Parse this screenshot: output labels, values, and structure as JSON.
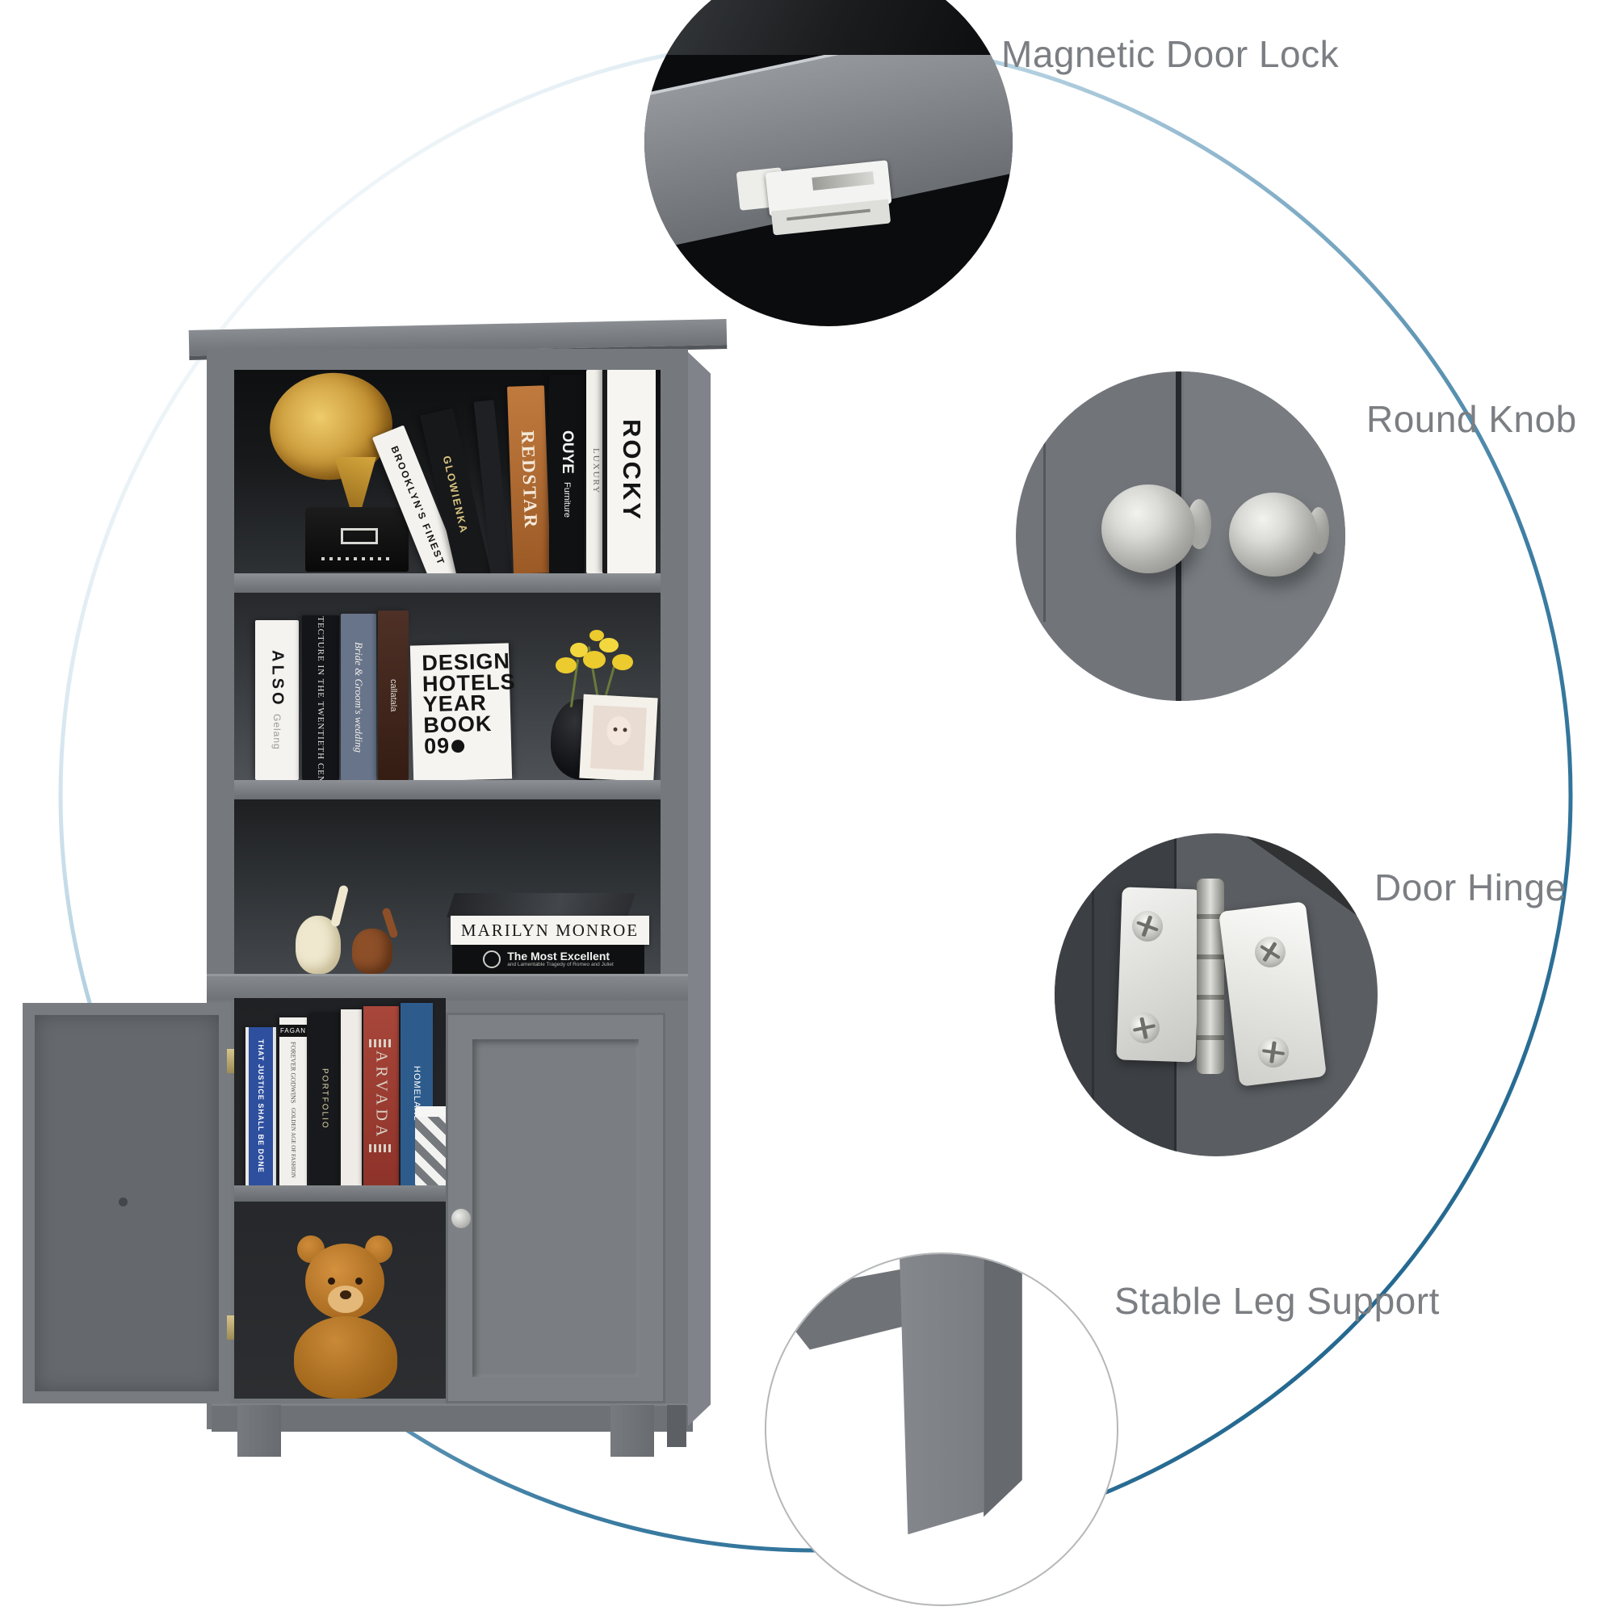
{
  "page": {
    "type": "product-feature-image",
    "background": "#ffffff"
  },
  "annotation": {
    "connector_color": "#1a5b80",
    "label_color": "#7b7e82",
    "callouts": [
      {
        "id": "magnetic-door-lock",
        "label": "Magnetic Door Lock"
      },
      {
        "id": "round-knob",
        "label": "Round Knob"
      },
      {
        "id": "door-hinge",
        "label": "Door Hinge"
      },
      {
        "id": "stable-leg-support",
        "label": "Stable Leg Support"
      }
    ]
  },
  "bookcase": {
    "finish_color": "#75797d",
    "top_shelf": {
      "decor": [
        "gold gramophone on black base"
      ],
      "books": [
        {
          "title": "BROOKLYN'S FINEST"
        },
        {
          "title": "GLOWIENKA"
        },
        {
          "title": "REDSTAR"
        },
        {
          "title": "OUYE",
          "subtitle": "Furniture"
        },
        {
          "title": "LUXURY"
        },
        {
          "title": "ROCKY"
        }
      ]
    },
    "middle_shelf": {
      "decor": [
        "yellow flowers in black vase",
        "baby photo frame"
      ],
      "books": [
        {
          "title": "ALSO",
          "subtitle": "Gelang"
        },
        {
          "title": "ARCHITECTURE IN THE TWENTIETH CENTURY"
        },
        {
          "title": "Bride & Groom's wedding"
        },
        {
          "title": "callatala"
        },
        {
          "cover_lines": [
            "DESIGN",
            "HOTELS",
            "YEAR",
            "BOOK",
            "09"
          ]
        }
      ]
    },
    "third_shelf": {
      "decor": [
        "cream cat figurine",
        "brown elephant figurine"
      ],
      "books": [
        {
          "title": "MARILYN MONROE"
        },
        {
          "title": "The Most Excellent",
          "subtitle": "and Lamentable Tragedy of Romeo and Juliet"
        }
      ]
    },
    "cabinet": {
      "decor": [
        "chevron storage basket",
        "teddy bear"
      ],
      "books": [
        {
          "title": "THAT JUSTICE SHALL BE DONE"
        },
        {
          "title": "FAGAN",
          "line2": "FOREVER GODWINS",
          "line3": "GOLDEN AGE OF FASHION"
        },
        {
          "title": "PORTFOLIO"
        },
        {
          "title": "ARVADA"
        },
        {
          "title": "HOMELAND"
        }
      ]
    }
  },
  "colors": {
    "cabinet_grey": "#75797d",
    "door_grey": "#7d8185",
    "knob_silver": "#c9c9c5",
    "hinge_silver": "#d8d8d4",
    "accent_line": "#1a5b80",
    "flower_yellow": "#eccb2e",
    "redstar_copper": "#b5713b",
    "arvada_red": "#9a3b30",
    "homeland_blue": "#2d5c8c",
    "justice_blue": "#2d4f9e"
  }
}
